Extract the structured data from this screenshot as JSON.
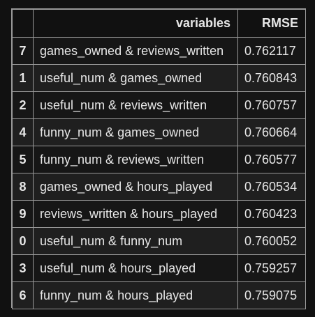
{
  "table": {
    "columns": [
      "",
      "variables",
      "RMSE"
    ],
    "rows": [
      {
        "index": "7",
        "variables": "games_owned & reviews_written",
        "rmse": "0.762117"
      },
      {
        "index": "1",
        "variables": "useful_num & games_owned",
        "rmse": "0.760843"
      },
      {
        "index": "2",
        "variables": "useful_num & reviews_written",
        "rmse": "0.760757"
      },
      {
        "index": "4",
        "variables": "funny_num & games_owned",
        "rmse": "0.760664"
      },
      {
        "index": "5",
        "variables": "funny_num & reviews_written",
        "rmse": "0.760577"
      },
      {
        "index": "8",
        "variables": "games_owned & hours_played",
        "rmse": "0.760534"
      },
      {
        "index": "9",
        "variables": "reviews_written & hours_played",
        "rmse": "0.760423"
      },
      {
        "index": "0",
        "variables": "useful_num & funny_num",
        "rmse": "0.760052"
      },
      {
        "index": "3",
        "variables": "useful_num & hours_played",
        "rmse": "0.759257"
      },
      {
        "index": "6",
        "variables": "funny_num & hours_played",
        "rmse": "0.759075"
      }
    ]
  }
}
